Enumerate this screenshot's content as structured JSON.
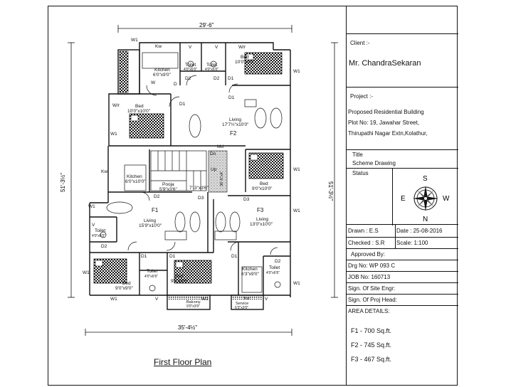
{
  "title_block": {
    "client_label": "Client :-",
    "client_name": "Mr. ChandraSekaran",
    "project_label": "Project :-",
    "project_lines": [
      "Proposed Residential Building",
      "Plot No: 19, Jawahar Street,",
      "Thirupathi Nagar Extn,Kolathur,"
    ],
    "title_label": "Title",
    "title_value": "Scheme Drawing",
    "status_label": "Status",
    "compass": {
      "s": "S",
      "e": "E",
      "w": "W",
      "n": "N"
    },
    "drawn": "Drawn    : E.S",
    "date": "Date : 25-08-2016",
    "checked": "Checked : S.R",
    "scale": "Scale:   1:100",
    "approved_by": "Approved By:",
    "drg_no": "Drg No: WP 093 C",
    "job_no": "JOB No: 160713",
    "site_engr": "Sign. Of Site Engr:",
    "proj_head": "Sign. Of Proj Head:",
    "area_label": "AREA DETAILS:",
    "areas": [
      "F1 -  700  Sq.ft.",
      "F2 -  745  Sq.ft.",
      "F3 -  467  Sq.ft."
    ]
  },
  "plan": {
    "plan_title": "First Floor Plan",
    "dim_top": "29'-6\"",
    "dim_bottom": "35'-4½\"",
    "dim_left": "51'-3½\"",
    "dim_right": "51'-3½\"",
    "stair_dim": "7'-3\"x3'6\"",
    "ramp_dim": "36'-6\"x4'",
    "labels": {
      "kw_top": "Kw",
      "wr_top": "W/r",
      "kitchen_top": "Kitchen",
      "kitchen_top_dim": "6'0\"x9'0\"",
      "toilet_a": "Toilet",
      "toilet_a_dim": "4'0\"x6'0\"",
      "toilet_b": "Toilet",
      "toilet_b_dim": "4'0\"x6'0\"",
      "bed_tr": "Bed",
      "bed_tr_dim": "10'0\"x9'0\"",
      "bed_l": "Bed",
      "bed_l_dim": "10'0\"x10'0\"",
      "wr_left": "W/r",
      "living_f2": "Living",
      "living_f2_dim": "17'7½\"x10'0\"",
      "f2": "F2",
      "bed_r": "Bed",
      "bed_r_dim": "9'0\"x10'0\"",
      "kitchen_l": "Kitchen",
      "kitchen_l_dim": "6'0\"x10'0\"",
      "pooja": "Pooja",
      "pooja_dim": "5'9\"x3'6\"",
      "dn": "Dn",
      "up": "Up",
      "md": "Md",
      "living_f1": "Living",
      "living_f1_dim": "15'9\"x10'0\"",
      "f1": "F1",
      "living_f3": "Living",
      "living_f3_dim": "13'0\"x10'0\"",
      "f3": "F3",
      "toilet_l": "Toilet",
      "toilet_l_dim": "4'0\"x6'0\"",
      "kitchen_r": "Kitchen",
      "kitchen_r_dim": "6'3\"x9'0\"",
      "toilet_r": "Toilet",
      "toilet_r_dim": "4'0\"x6'6\"",
      "bed_bl": "Bed",
      "bed_bl_dim": "9'0\"x9'0\"",
      "toilet_bm": "Toilet",
      "toilet_bm_dim": "4'0\"x6'6\"",
      "bed_bm": "Bed",
      "bed_bm_dim": "9'0\"x9'6\"",
      "balcony": "Balcony",
      "balcony_dim": "9'0\"x3'0\"",
      "service": "Service",
      "service_dim": "6'3\"x3'0\"",
      "kw_bottom": "Kw",
      "w1": "W1",
      "w": "W",
      "d": "D",
      "d1": "D1",
      "d2": "D2",
      "d3": "D3",
      "v": "V"
    }
  }
}
